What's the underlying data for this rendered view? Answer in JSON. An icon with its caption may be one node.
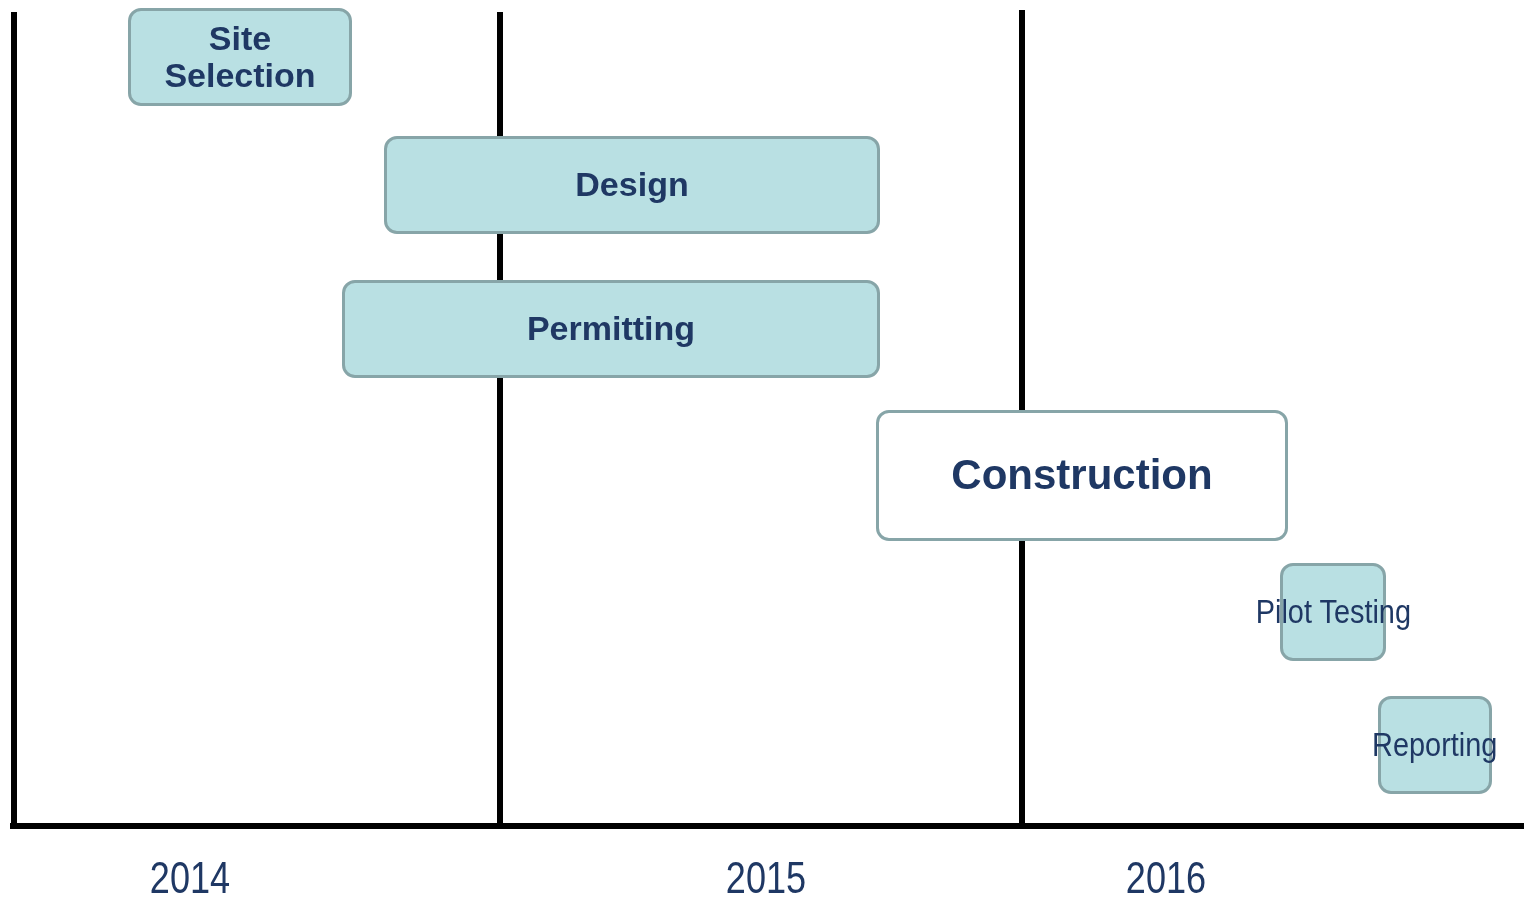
{
  "diagram": {
    "nodes": [
      {
        "text": [
          "Site Selection"
        ]
      },
      {
        "text": [
          "Design"
        ]
      },
      {
        "text": [
          "Permitting"
        ]
      },
      {
        "text": [
          "Construction"
        ]
      },
      {
        "text": [
          "Pilot Testing"
        ]
      },
      {
        "text": [
          "Reporting"
        ]
      }
    ],
    "labels": [
      "2014",
      "2015",
      "2016"
    ]
  }
}
